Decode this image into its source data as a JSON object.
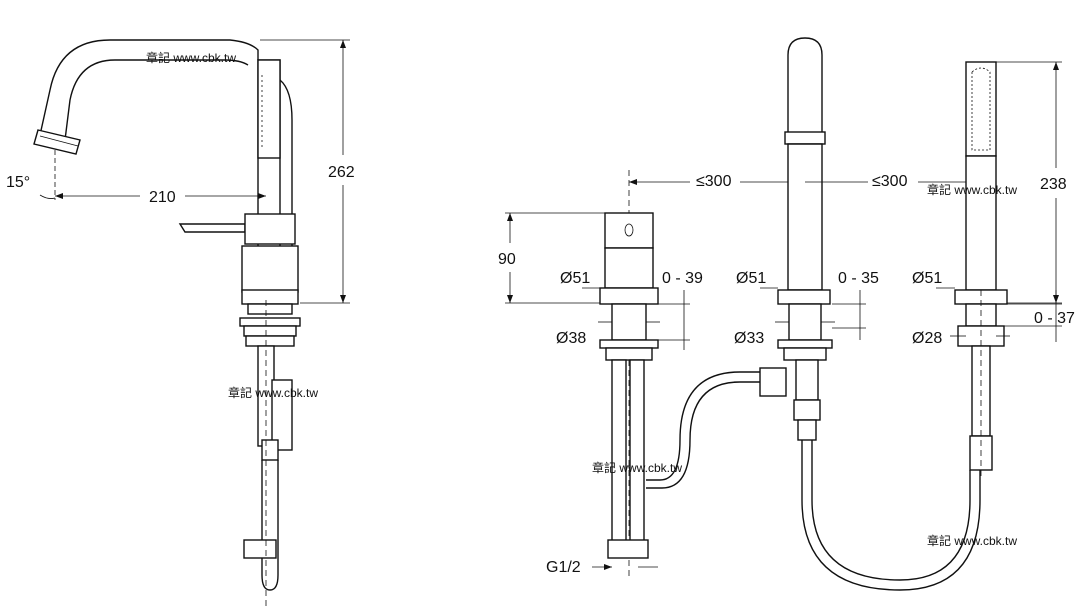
{
  "watermark": "章記 www.cbk.tw",
  "spout_view": {
    "angle": "15°",
    "reach": "210",
    "height": "262"
  },
  "valve_body": {
    "height": "90",
    "spacing": "≤300",
    "outer_diameter": "Ø51",
    "deck_range": "0 - 39",
    "thread_diameter": "Ø38",
    "connection": "G1/2"
  },
  "spout_body": {
    "spacing": "≤300",
    "outer_diameter": "Ø51",
    "deck_range": "0 - 35",
    "thread_diameter": "Ø33"
  },
  "hand_shower": {
    "height": "238",
    "outer_diameter": "Ø51",
    "deck_range": "0 - 37",
    "thread_diameter": "Ø28"
  }
}
